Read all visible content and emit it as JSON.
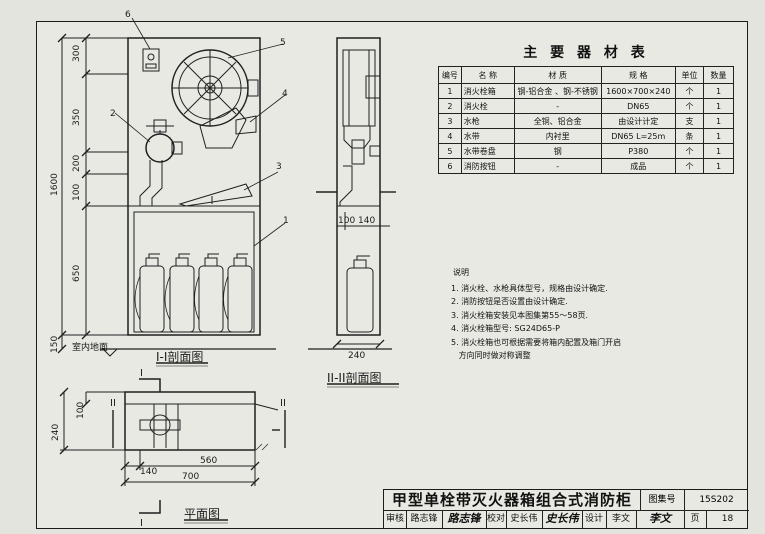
{
  "drawing": {
    "section1_label": "I-I剖面图",
    "section2_label": "II-II剖面图",
    "plan_label": "平面图",
    "floor_label": "室内地面",
    "callouts": [
      "1",
      "2",
      "3",
      "4",
      "5",
      "6"
    ],
    "dims_vertical": [
      "300",
      "350",
      "200",
      "100",
      "1600",
      "650",
      "150"
    ],
    "dims_section2": [
      "100",
      "140",
      "240"
    ],
    "dims_plan": [
      "100",
      "240",
      "140",
      "560",
      "700"
    ],
    "cut_marks": [
      "I",
      "I",
      "II",
      "II"
    ]
  },
  "materials": {
    "title": "主 要 器 材 表",
    "headers": [
      "编号",
      "名 称",
      "材 质",
      "规 格",
      "单位",
      "数量"
    ],
    "rows": [
      [
        "1",
        "消火栓箱",
        "钢-铝合金 、钢-不锈钢",
        "1600×700×240",
        "个",
        "1"
      ],
      [
        "2",
        "消火栓",
        "-",
        "DN65",
        "个",
        "1"
      ],
      [
        "3",
        "水枪",
        "全铜、铝合金",
        "由设计计定",
        "支",
        "1"
      ],
      [
        "4",
        "水带",
        "内衬里",
        "DN65 L=25m",
        "条",
        "1"
      ],
      [
        "5",
        "水带卷盘",
        "钢",
        "P380",
        "个",
        "1"
      ],
      [
        "6",
        "消防按钮",
        "-",
        "成品",
        "个",
        "1"
      ]
    ]
  },
  "notes": {
    "heading": "说明",
    "items": [
      "1. 消火栓、水枪具体型号，规格由设计确定.",
      "2. 消防按钮是否设置由设计确定.",
      "3. 消火栓箱安装见本图集第55～58页.",
      "4. 消火栓箱型号: SG24D65-P",
      "5. 消火栓箱也可根据需要将箱内配置及箱门开启",
      "   方向同时做对称调整"
    ]
  },
  "title_block": {
    "title": "甲型单栓带灭火器箱组合式消防柜",
    "atlas_label": "图集号",
    "atlas_no": "15S202",
    "review_label": "审核",
    "reviewer": "路志锋",
    "reviewer_sig": "路志锋",
    "check_label": "校对",
    "checker": "史长伟",
    "checker_sig": "史长伟",
    "design_label": "设计",
    "designer": "李文",
    "designer_sig": "李文",
    "page_label": "页",
    "page_no": "18"
  }
}
